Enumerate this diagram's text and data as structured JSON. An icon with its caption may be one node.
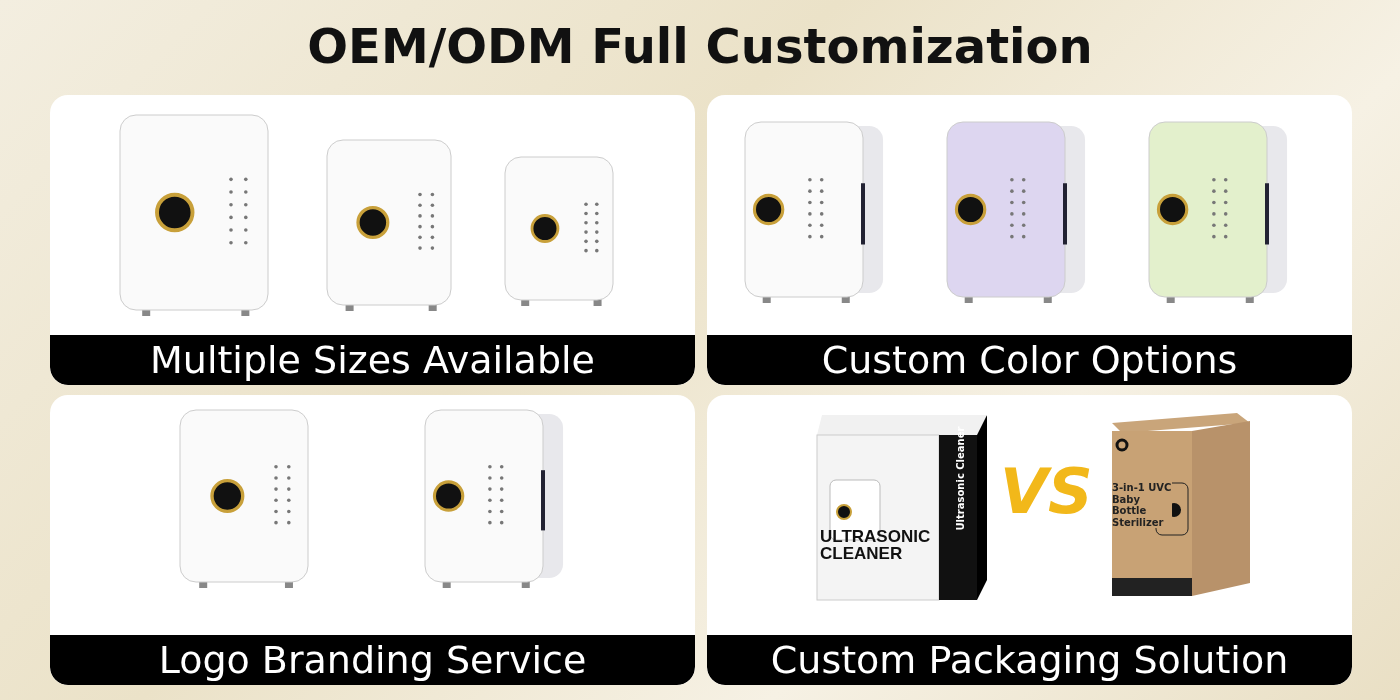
{
  "diagram": {
    "title": "OEM/ODM Full Customization",
    "nodes": [
      {
        "text": [
          "Multiple Sizes Available"
        ]
      },
      {
        "text": [
          "Custom Color Options"
        ]
      },
      {
        "text": [
          "Logo Branding Service"
        ]
      },
      {
        "text": [
          "Custom Packaging Solution"
        ]
      }
    ],
    "labels": [
      "ULTRASONIC CLEANER",
      "Ultrasonic Cleaner",
      "VS",
      "3-in-1 UVC Baby Bottle Sterilizer"
    ]
  }
}
